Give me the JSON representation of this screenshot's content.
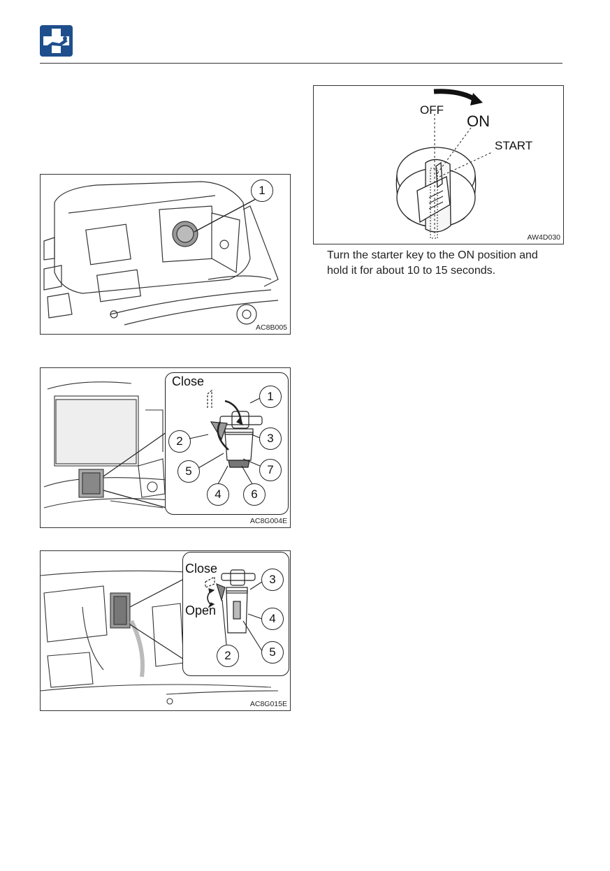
{
  "figures": {
    "fig1": {
      "code": "AC8B005",
      "callouts": [
        "1"
      ]
    },
    "fig2": {
      "code": "AC8G004E",
      "close_label": "Close",
      "callouts": [
        "1",
        "2",
        "3",
        "4",
        "5",
        "6",
        "7"
      ]
    },
    "fig3": {
      "code": "AC8G015E",
      "close_label": "Close",
      "open_label": "Open",
      "callouts": [
        "2",
        "3",
        "4",
        "5"
      ]
    },
    "fig4": {
      "code": "AW4D030",
      "positions": [
        "OFF",
        "ON",
        "START"
      ]
    }
  },
  "instruction": {
    "lines": [
      "Turn the starter key to the ON position and",
      "hold it for about 10 to 15 seconds."
    ]
  },
  "colors": {
    "logo_blue": "#1e4f8c",
    "line": "#333333"
  }
}
